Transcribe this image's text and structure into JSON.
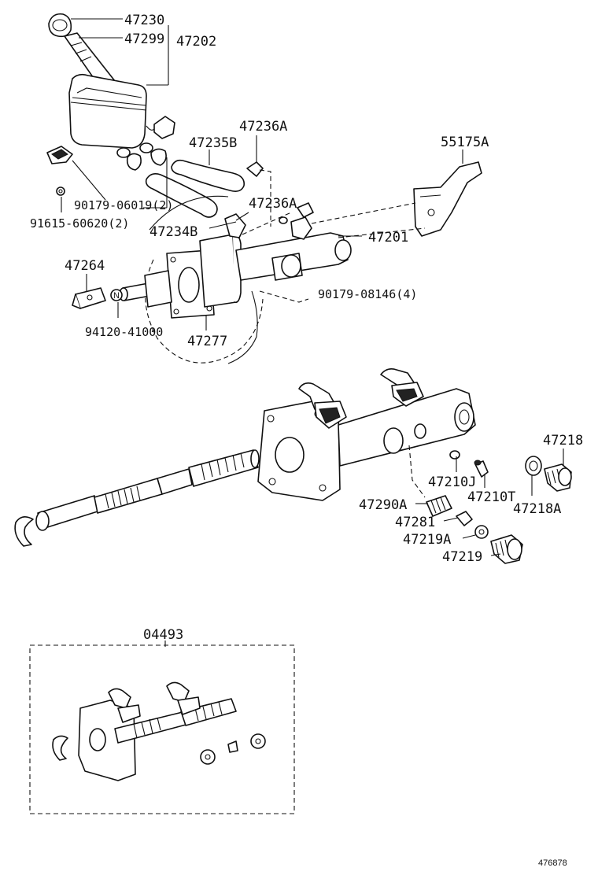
{
  "labels": {
    "p47230": "47230",
    "p47299": "47299",
    "p47202": "47202",
    "p47236A_top": "47236A",
    "p47235B": "47235B",
    "p55175A": "55175A",
    "p90179_06019": "90179-06019(2)",
    "p47236A_mid": "47236A",
    "p91615": "91615-60620(2)",
    "p47234B": "47234B",
    "p47201": "47201",
    "p47264": "47264",
    "p90179_08146": "90179-08146(4)",
    "p94120": "94120-41000",
    "p47277": "47277",
    "p47218": "47218",
    "p47210J": "47210J",
    "p47210T": "47210T",
    "p47218A": "47218A",
    "p47290A": "47290A",
    "p47281": "47281",
    "p47219A": "47219A",
    "p47219": "47219",
    "p04493": "04493",
    "ref": "476878"
  },
  "markers": {
    "n_washer": "N"
  }
}
